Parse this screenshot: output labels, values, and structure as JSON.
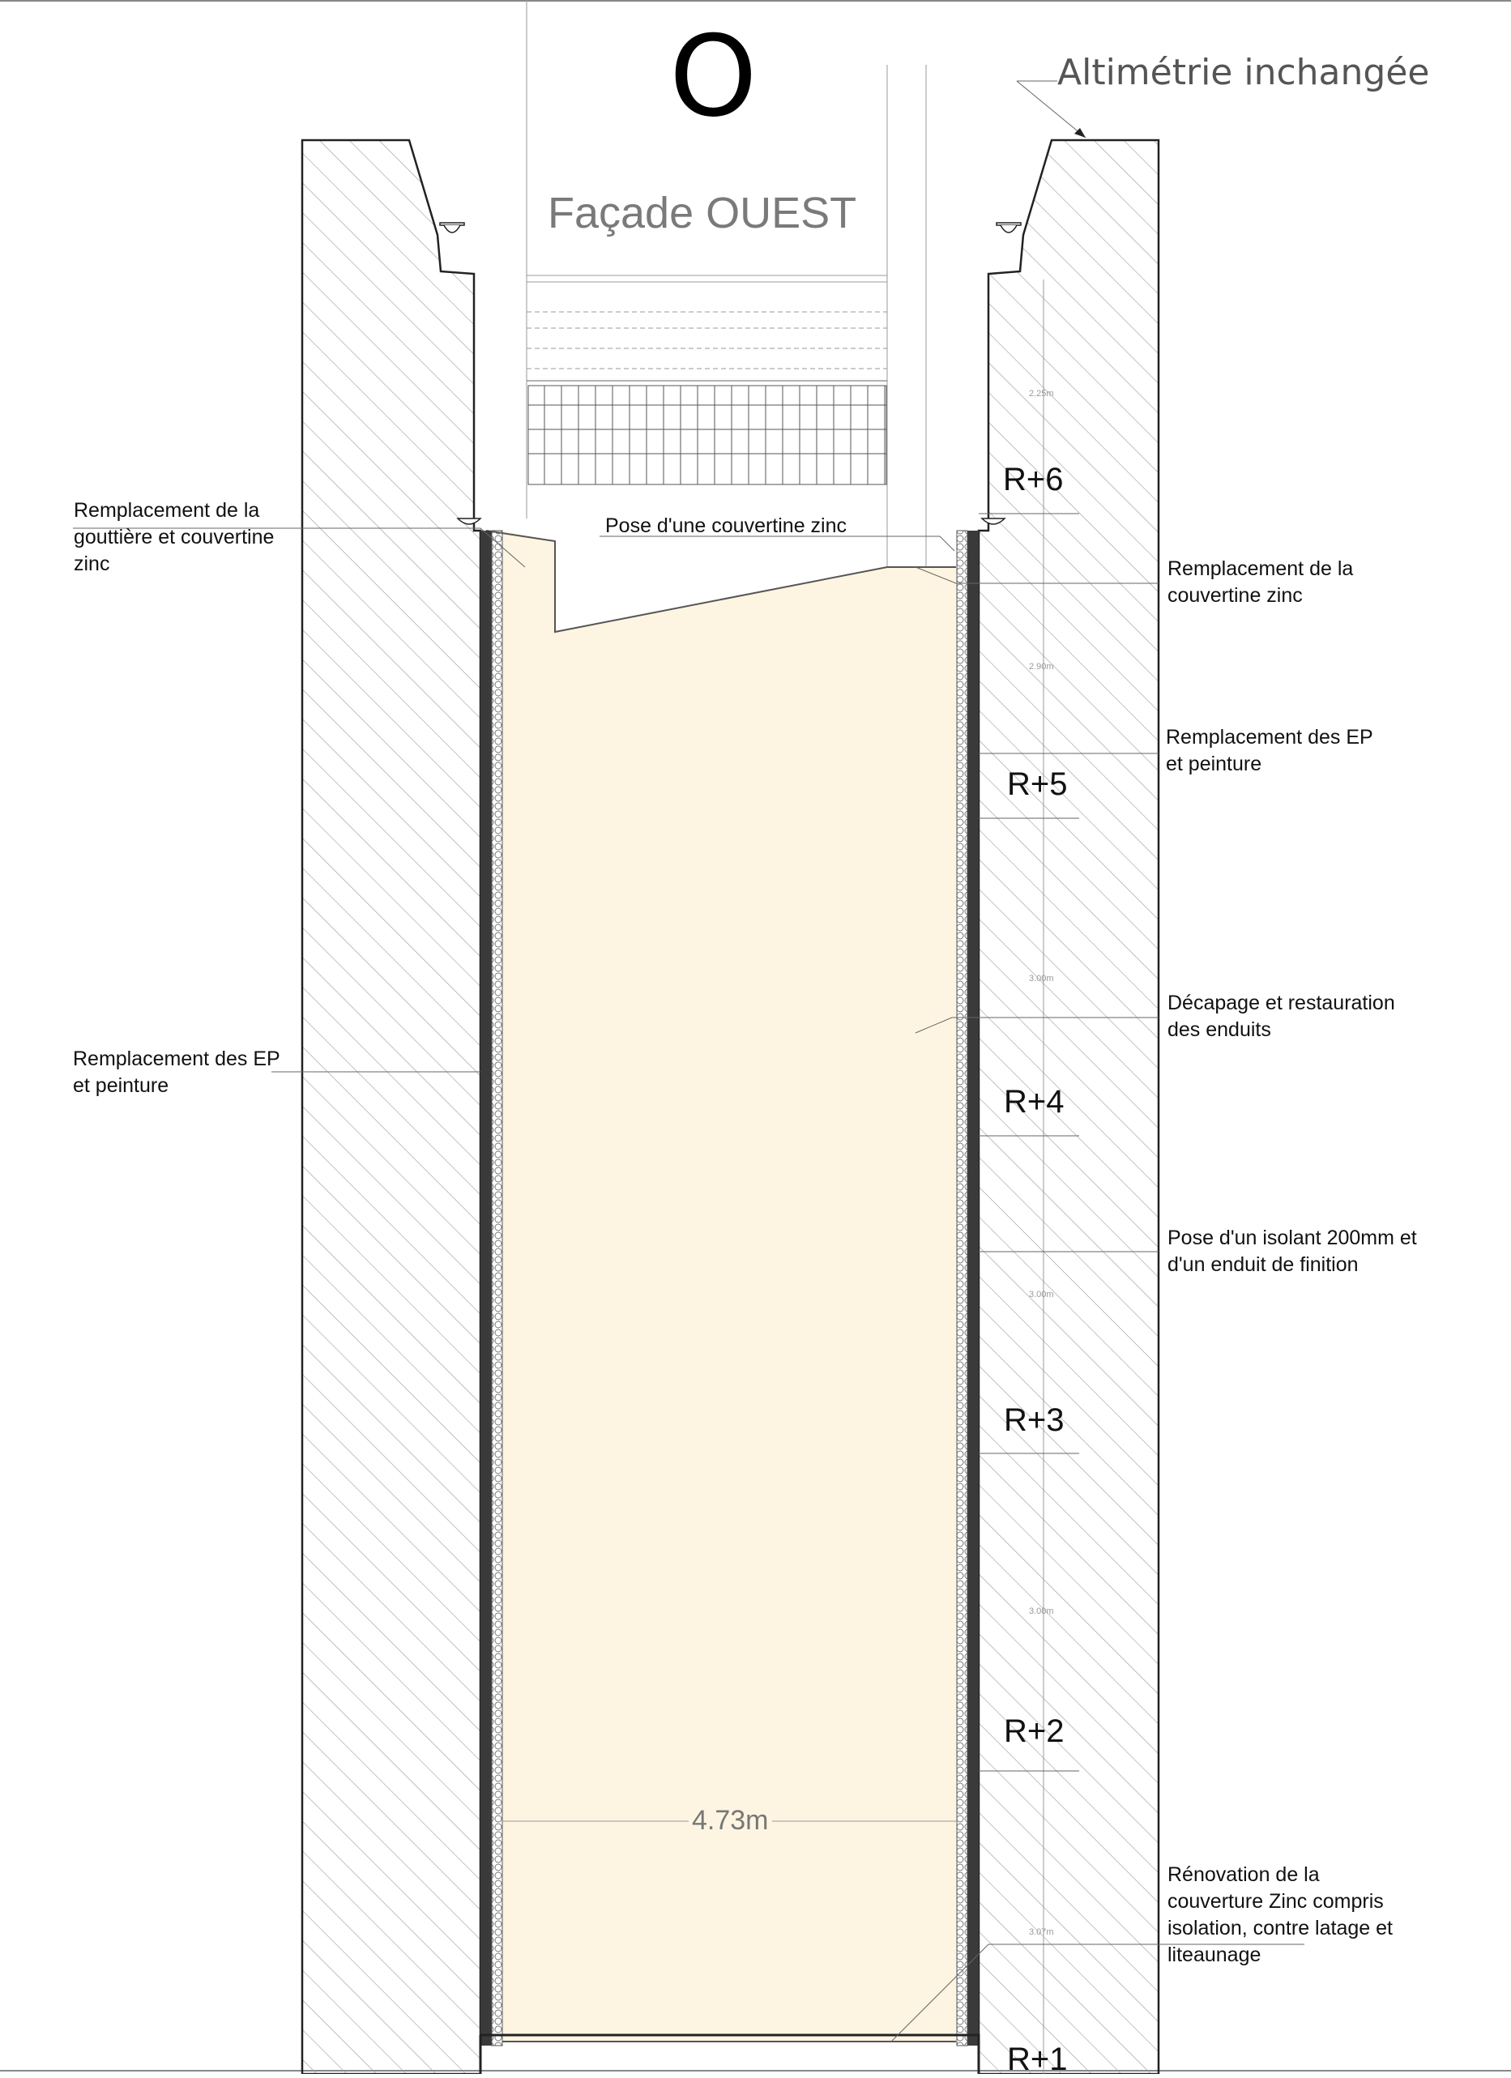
{
  "diagram": {
    "orientation": "O",
    "facade_title": "Façade OUEST",
    "altimetry_note": "Altimétrie inchangée",
    "width_dimension": "4.73m",
    "levels": [
      "R+6",
      "R+5",
      "R+4",
      "R+3",
      "R+2",
      "R+1"
    ],
    "heights": [
      "2.25m",
      "2.90m",
      "3.00m",
      "3.00m",
      "3.00m",
      "3.07m"
    ],
    "annotations_left": {
      "gutter": [
        "Remplacement de la",
        "gouttière et couvertine",
        "zinc"
      ],
      "ep": [
        "Remplacement des EP",
        "et peinture"
      ]
    },
    "annotations_top": {
      "zinc_coping": "Pose d'une couvertine zinc"
    },
    "annotations_right": {
      "coping": [
        "Remplacement de la",
        "couvertine zinc"
      ],
      "ep": [
        "Remplacement des EP",
        "et peinture"
      ],
      "render": [
        "Décapage et restauration",
        "des enduits"
      ],
      "insulation": [
        "Pose d'un isolant 200mm et",
        "d'un enduit de finition"
      ],
      "roof": [
        "Rénovation de la",
        "couverture Zinc compris",
        "isolation, contre latage et",
        "liteaunage"
      ]
    },
    "colors": {
      "courtyard_fill": "#fdf5e2",
      "hatch": "#9a9a9a",
      "wall_line": "#222222",
      "insulation": "#3a3a3a"
    }
  }
}
